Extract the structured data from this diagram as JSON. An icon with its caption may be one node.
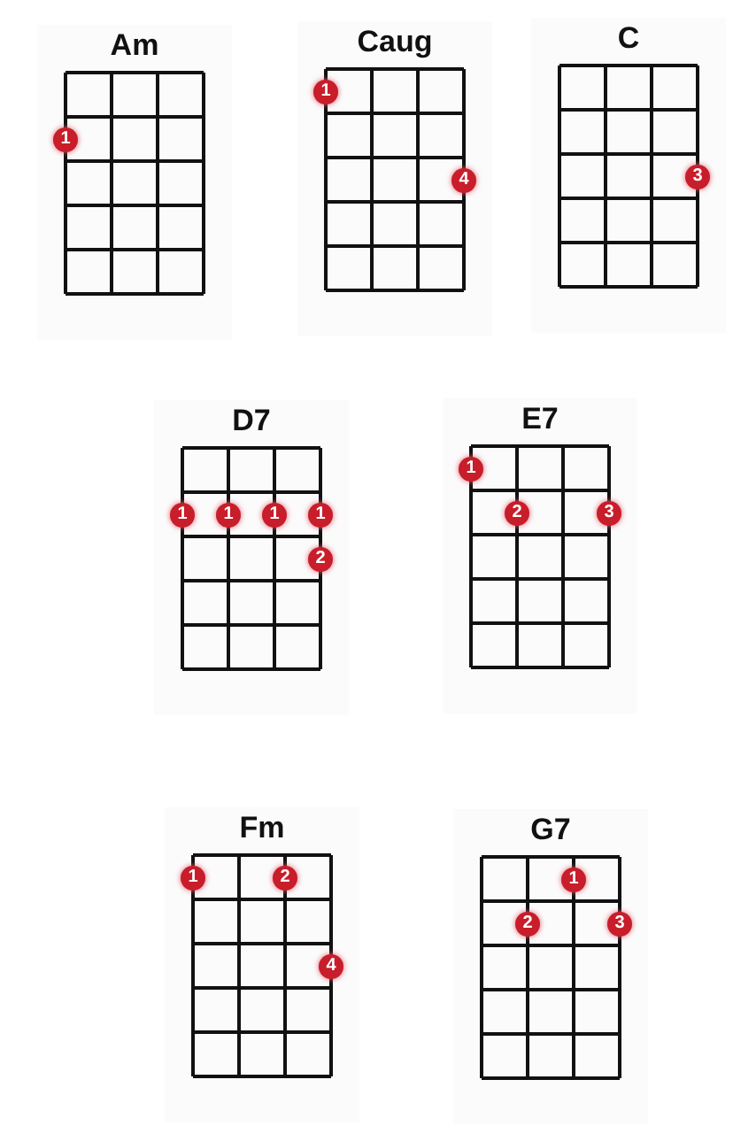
{
  "diagram": {
    "nodes": [
      {
        "text": [
          "Am"
        ]
      },
      {
        "text": [
          "1"
        ],
        "in": 0
      },
      {
        "text": [
          "Caug"
        ]
      },
      {
        "text": [
          "1"
        ],
        "in": 2
      },
      {
        "text": [
          "4"
        ],
        "in": 2
      },
      {
        "text": [
          "C"
        ]
      },
      {
        "text": [
          "3"
        ],
        "in": 5
      },
      {
        "text": [
          "D7"
        ]
      },
      {
        "text": [
          "1"
        ],
        "in": 7
      },
      {
        "text": [
          "1"
        ],
        "in": 7
      },
      {
        "text": [
          "1"
        ],
        "in": 7
      },
      {
        "text": [
          "1"
        ],
        "in": 7
      },
      {
        "text": [
          "2"
        ],
        "in": 7
      },
      {
        "text": [
          "E7"
        ]
      },
      {
        "text": [
          "1"
        ],
        "in": 13
      },
      {
        "text": [
          "2"
        ],
        "in": 13
      },
      {
        "text": [
          "3"
        ],
        "in": 13
      },
      {
        "text": [
          "Fm"
        ]
      },
      {
        "text": [
          "1"
        ],
        "in": 17
      },
      {
        "text": [
          "2"
        ],
        "in": 17
      },
      {
        "text": [
          "4"
        ],
        "in": 17
      },
      {
        "text": [
          "G7"
        ]
      },
      {
        "text": [
          "1"
        ],
        "in": 21
      },
      {
        "text": [
          "2"
        ],
        "in": 21
      },
      {
        "text": [
          "3"
        ],
        "in": 21
      }
    ]
  }
}
